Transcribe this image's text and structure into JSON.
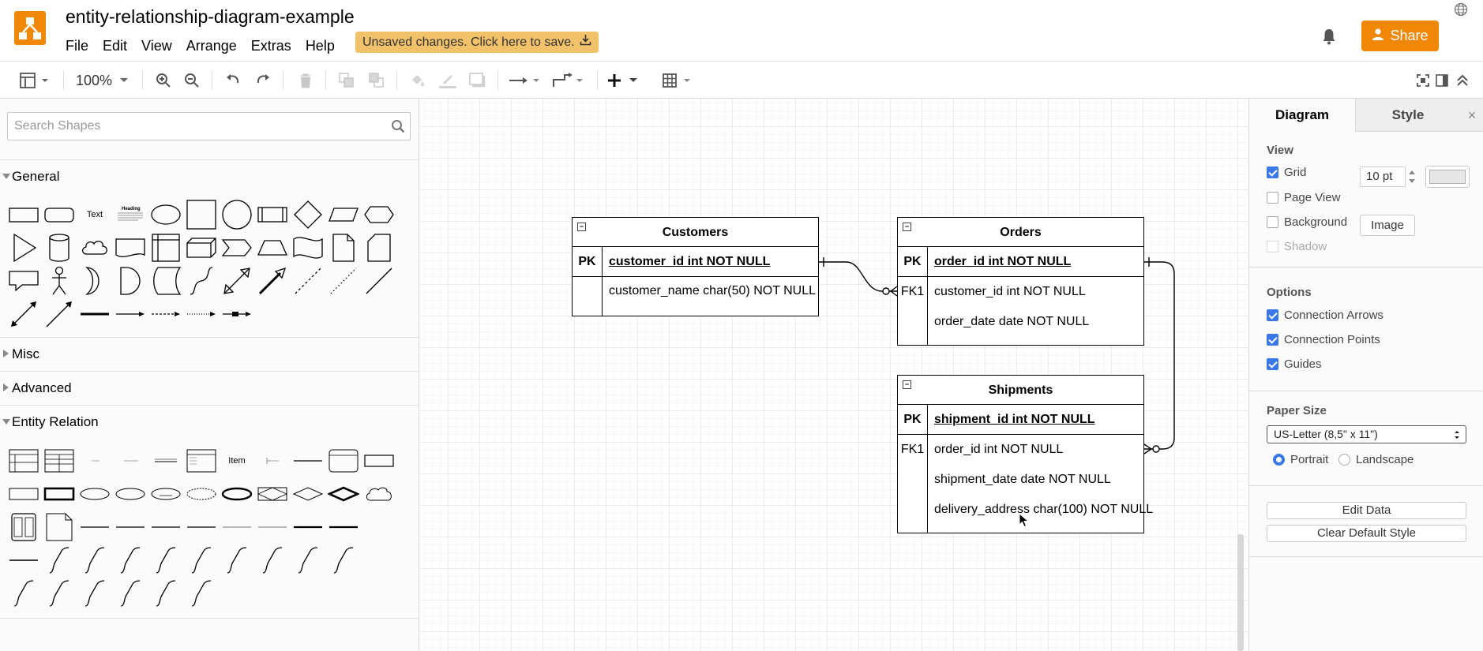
{
  "app": {
    "document_title": "entity-relationship-diagram-example",
    "menu": [
      "File",
      "Edit",
      "View",
      "Arrange",
      "Extras",
      "Help"
    ],
    "unsaved_label": "Unsaved changes. Click here to save.",
    "share_label": "Share"
  },
  "toolbar": {
    "zoom": "100%"
  },
  "sidebar": {
    "search_placeholder": "Search Shapes",
    "sections": {
      "general": "General",
      "misc": "Misc",
      "advanced": "Advanced",
      "entity_relation": "Entity Relation"
    },
    "shape_labels": {
      "text": "Text",
      "heading": "Heading",
      "item": "Item"
    }
  },
  "diagram": {
    "tables": [
      {
        "name": "Customers",
        "rows": [
          {
            "key": "PK",
            "field": "customer_id int NOT NULL"
          },
          {
            "key": "",
            "field": "customer_name char(50) NOT NULL"
          }
        ]
      },
      {
        "name": "Orders",
        "rows": [
          {
            "key": "PK",
            "field": "order_id int NOT NULL"
          },
          {
            "key": "FK1",
            "field": "customer_id int NOT NULL"
          },
          {
            "key": "",
            "field": "order_date date NOT NULL"
          }
        ]
      },
      {
        "name": "Shipments",
        "rows": [
          {
            "key": "PK",
            "field": "shipment_id int NOT NULL"
          },
          {
            "key": "FK1",
            "field": "order_id int NOT NULL"
          },
          {
            "key": "",
            "field": "shipment_date date NOT NULL"
          },
          {
            "key": "",
            "field": "delivery_address char(100) NOT NULL"
          }
        ]
      }
    ]
  },
  "panel": {
    "tabs": {
      "diagram": "Diagram",
      "style": "Style"
    },
    "view_heading": "View",
    "grid_label": "Grid",
    "grid_size": "10 pt",
    "page_view_label": "Page View",
    "background_label": "Background",
    "image_button": "Image",
    "shadow_label": "Shadow",
    "options_heading": "Options",
    "connection_arrows_label": "Connection Arrows",
    "connection_points_label": "Connection Points",
    "guides_label": "Guides",
    "paper_size_heading": "Paper Size",
    "paper_size_value": "US-Letter (8,5\" x 11\")",
    "portrait_label": "Portrait",
    "landscape_label": "Landscape",
    "edit_data_button": "Edit Data",
    "clear_default_style_button": "Clear Default Style"
  },
  "colors": {
    "brand": "#f08705",
    "unsaved_bg": "#f2c26b",
    "checkbox_on": "#3b78e7"
  }
}
